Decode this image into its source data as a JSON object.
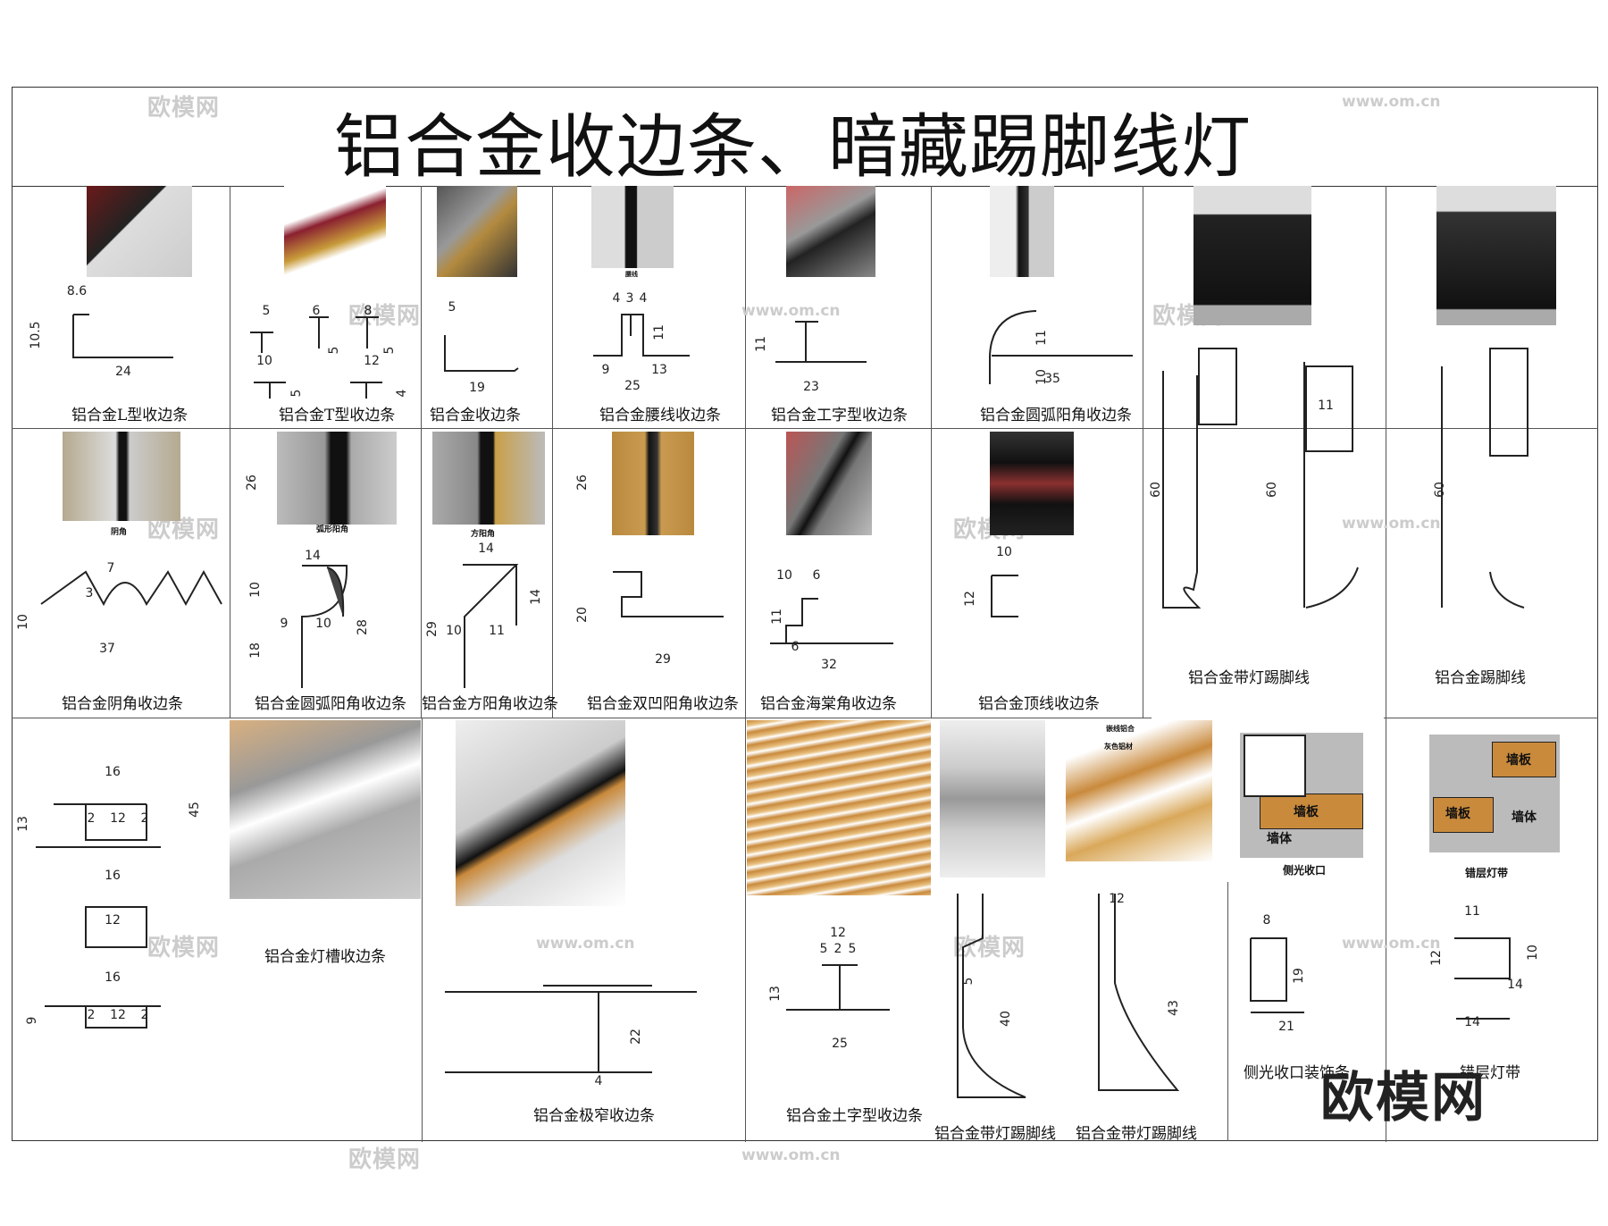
{
  "title": "铝合金收边条、暗藏踢脚线灯",
  "captions": {
    "l_edge": "铝合金L型收边条",
    "t_edge": "铝合金T型收边条",
    "edge": "铝合金收边条",
    "waist": "铝合金腰线收边条",
    "i_edge": "铝合金工字型收边条",
    "round_corner": "铝合金圆弧阳角收边条",
    "inner_corner": "铝合金阴角收边条",
    "arc_outer": "铝合金圆弧阳角收边条",
    "square_outer": "铝合金方阳角收边条",
    "double_groove": "铝合金双凹阳角收边条",
    "begonia": "铝合金海棠角收边条",
    "top_line": "铝合金顶线收边条",
    "skirting_light": "铝合金带灯踢脚线",
    "skirting": "铝合金踢脚线",
    "light_slot": "铝合金灯槽收边条",
    "ultra_narrow": "铝合金极窄收边条",
    "cross": "铝合金土字型收边条",
    "skirting_light_2": "铝合金带灯踢脚线",
    "skirting_light_3": "铝合金带灯踢脚线",
    "side_light": "侧光收口装饰条",
    "layer_light": "错层灯带"
  },
  "photo_labels": {
    "yinjiao": "阴角",
    "hu_yangjiao": "弧形阳角",
    "fang_yangjiao": "方阳角",
    "waist_mini": "腰线",
    "side_light_mouth": "侧光收口",
    "layer_light_strip": "错层灯带",
    "wall_board": "墙板",
    "wall_body": "墙体",
    "callout_1": "嵌线铝合",
    "callout_2": "灰色铝材"
  },
  "watermark": {
    "brand": "欧模网",
    "url": "www.om.cn"
  },
  "dimensions": {
    "l_edge": [
      "8.6",
      "10.5",
      "24"
    ],
    "t_edge": [
      "5",
      "6",
      "8",
      "10",
      "12",
      "5",
      "5",
      "5",
      "4"
    ],
    "edge": [
      "5",
      "19"
    ],
    "waist": [
      "4",
      "3",
      "4",
      "11",
      "9",
      "13",
      "25"
    ],
    "i_edge": [
      "11",
      "23"
    ],
    "round_corner": [
      "11",
      "10",
      "35"
    ],
    "inner_corner": [
      "7",
      "3",
      "10",
      "37"
    ],
    "arc_outer": [
      "26",
      "14",
      "10",
      "18",
      "9",
      "10",
      "28"
    ],
    "square_outer": [
      "14",
      "29",
      "10",
      "11",
      "14"
    ],
    "double_groove": [
      "26",
      "20",
      "29"
    ],
    "begonia": [
      "10",
      "6",
      "11",
      "6",
      "32"
    ],
    "top_line": [
      "10",
      "12"
    ],
    "skirting_light": [
      "60",
      "60",
      "11"
    ],
    "skirting": [
      "60"
    ],
    "light_slot": [
      "16",
      "13",
      "2",
      "12",
      "2",
      "16",
      "12",
      "16",
      "9",
      "2",
      "12",
      "2",
      "45"
    ],
    "ultra_narrow": [
      "22",
      "4"
    ],
    "cross": [
      "12",
      "5",
      "2",
      "5",
      "13",
      "25"
    ],
    "skirting_light_2": [
      "5",
      "40"
    ],
    "skirting_light_3": [
      "12",
      "43"
    ],
    "side_light": [
      "8",
      "19",
      "21"
    ],
    "layer_light": [
      "11",
      "12",
      "10",
      "14",
      "14"
    ]
  },
  "colors": {
    "line": "#222222",
    "grid": "#555555",
    "gold": "#c9a04a",
    "dark_metal": "#1a1a1a",
    "wood": "#c98a3c"
  }
}
